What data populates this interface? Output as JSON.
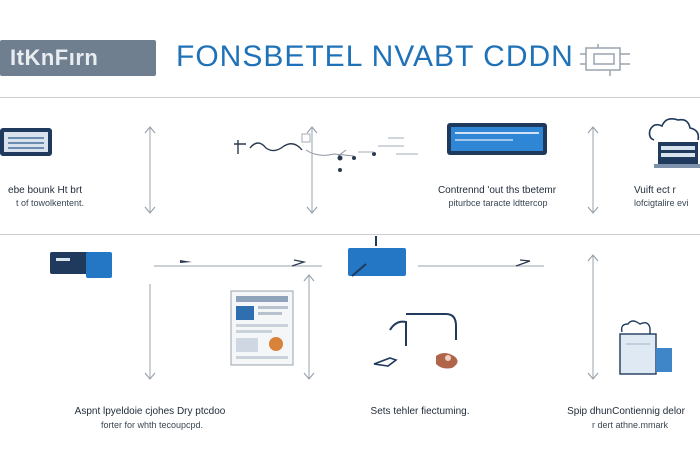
{
  "header": {
    "logo": "ItKnFırn",
    "title": "FONSBETEL NVABT CDDN"
  },
  "row1": {
    "left_caption": "ebe bounk Ht brt",
    "left_sub": "t of towolkentent.",
    "middle_caption": "Contrennd 'out ths tbetemr",
    "middle_sub": "piturbce taracte ldttercop",
    "right_caption": "Vuift ect r",
    "right_sub": "lofcigtalire evi"
  },
  "row2": {
    "left_caption": "Aspnt lpyeldoie cjohes Dry ptcdoo",
    "left_sub": "forter for whth tecoupcpd.",
    "middle_caption": "Sets tehler fiectuming.",
    "right_caption": "Spip dhunContiennig delor",
    "right_sub": "r dert athne.mmark"
  },
  "colors": {
    "accent": "#1f72b8",
    "dark": "#1f3a5c",
    "blue": "#2477c5",
    "logo_bg": "#6f7f90"
  }
}
